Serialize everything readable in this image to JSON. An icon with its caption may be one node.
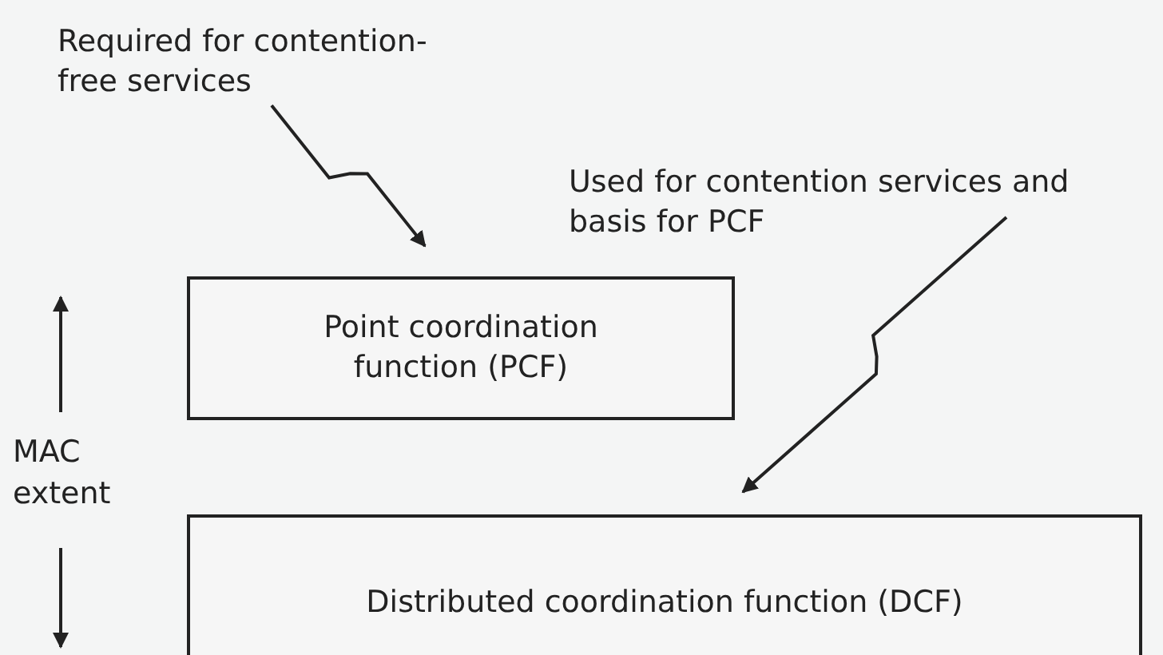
{
  "diagram": {
    "nodes": [
      {
        "text": [
          "Required for contention-free services"
        ]
      },
      {
        "text": [
          "Point coordination function (PCF)"
        ]
      },
      {
        "text": [
          "Used for contention services and basis for PCF"
        ]
      },
      {
        "text": [
          "Distributed coordination function (DCF)"
        ]
      }
    ],
    "edges": [
      {
        "from": 0,
        "to": 1,
        "arrow": "to"
      },
      {
        "from": 2,
        "to": 3,
        "arrow": "to"
      }
    ],
    "labels": [
      "MAC extent"
    ]
  }
}
